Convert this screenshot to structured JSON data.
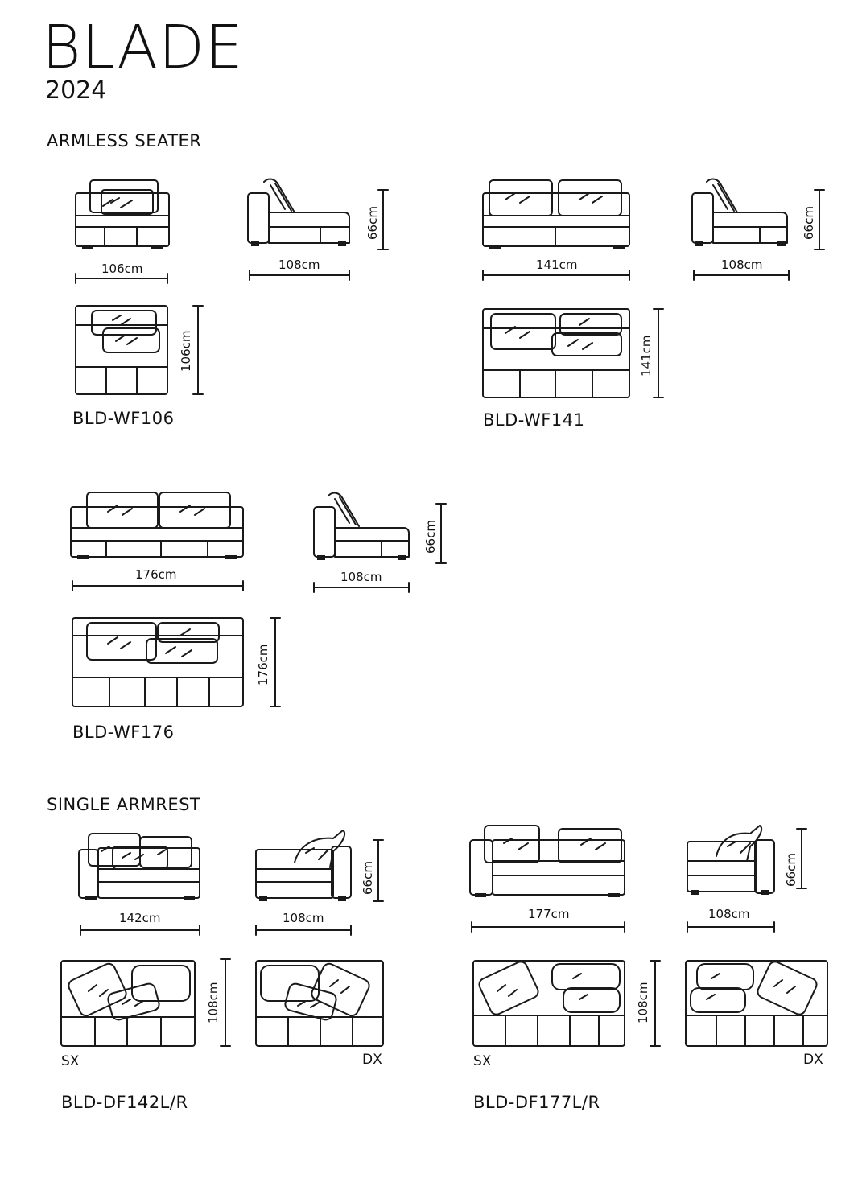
{
  "header": {
    "title": "BLADE",
    "year": "2024"
  },
  "sections": [
    {
      "name": "ARMLESS SEATER",
      "models": [
        {
          "code": "BLD-WF106",
          "width": "106cm",
          "depth": "108cm",
          "height": "66cm",
          "plan_depth": "106cm"
        },
        {
          "code": "BLD-WF141",
          "width": "141cm",
          "depth": "108cm",
          "height": "66cm",
          "plan_depth": "141cm"
        },
        {
          "code": "BLD-WF176",
          "width": "176cm",
          "depth": "108cm",
          "height": "66cm",
          "plan_depth": "176cm"
        }
      ]
    },
    {
      "name": "SINGLE ARMREST",
      "models": [
        {
          "code": "BLD-DF142L/R",
          "width": "142cm",
          "depth": "108cm",
          "height": "66cm",
          "plan_depth": "108cm",
          "left_label": "SX",
          "right_label": "DX"
        },
        {
          "code": "BLD-DF177L/R",
          "width": "177cm",
          "depth": "108cm",
          "height": "66cm",
          "plan_depth": "108cm",
          "left_label": "SX",
          "right_label": "DX"
        }
      ]
    }
  ]
}
